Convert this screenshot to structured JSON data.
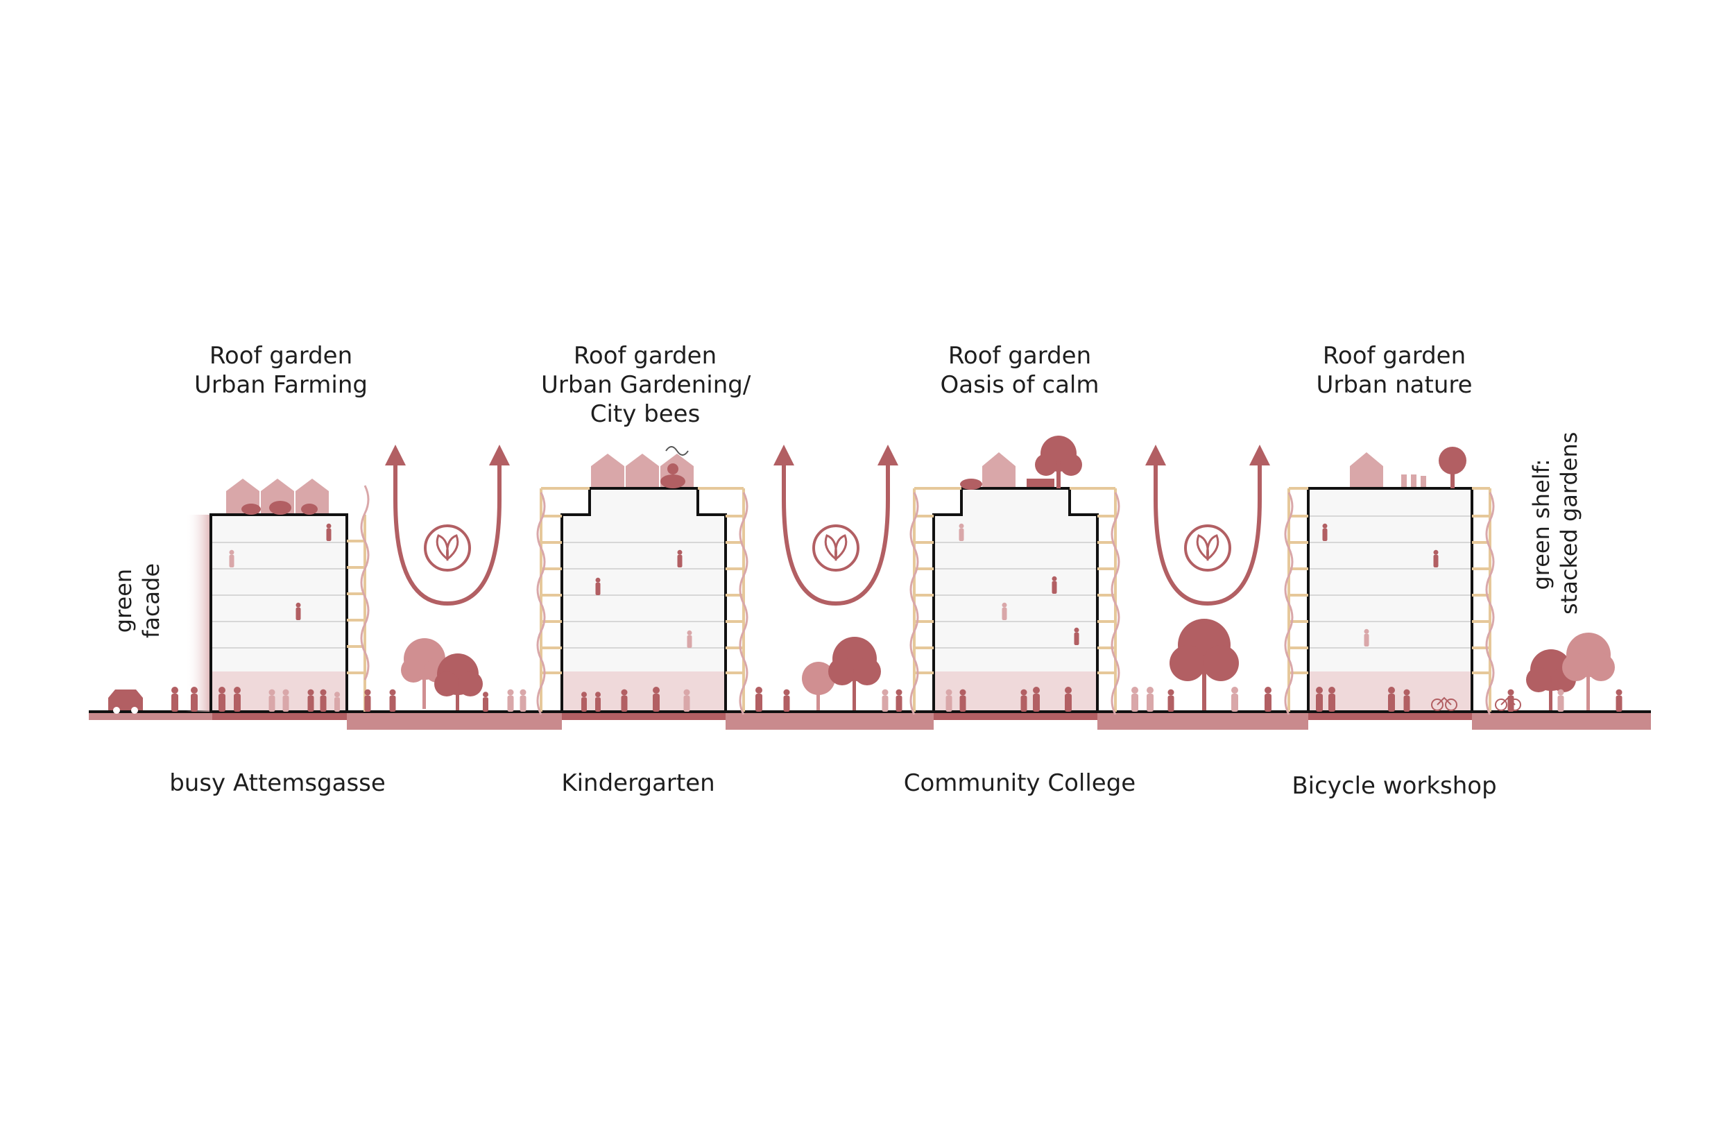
{
  "roof_labels": [
    {
      "line1": "Roof garden",
      "line2": "Urban Farming",
      "line3": ""
    },
    {
      "line1": "Roof garden",
      "line2": "Urban Gardening/",
      "line3": "City bees"
    },
    {
      "line1": "Roof garden",
      "line2": "Oasis of calm",
      "line3": ""
    },
    {
      "line1": "Roof garden",
      "line2": "Urban nature",
      "line3": ""
    }
  ],
  "ground_labels": [
    "busy Attemsgasse",
    "Kindergarten",
    "Community College",
    "Bicycle workshop"
  ],
  "side_labels": {
    "left_line1": "green",
    "left_line2": "facade",
    "right_line1": "green shelf:",
    "right_line2": "stacked gardens"
  },
  "colors": {
    "accent": "#b25f63",
    "accent_light": "#d9a7a9",
    "accent_pale": "#efd9da",
    "timber": "#e6c89a",
    "outline": "#111111",
    "floor_line": "#d7d7d7",
    "building_fill": "#f7f7f7"
  },
  "icons": {
    "courtyard_emblem": "leaf-circle-icon",
    "airflow": "u-arrow-icon"
  }
}
